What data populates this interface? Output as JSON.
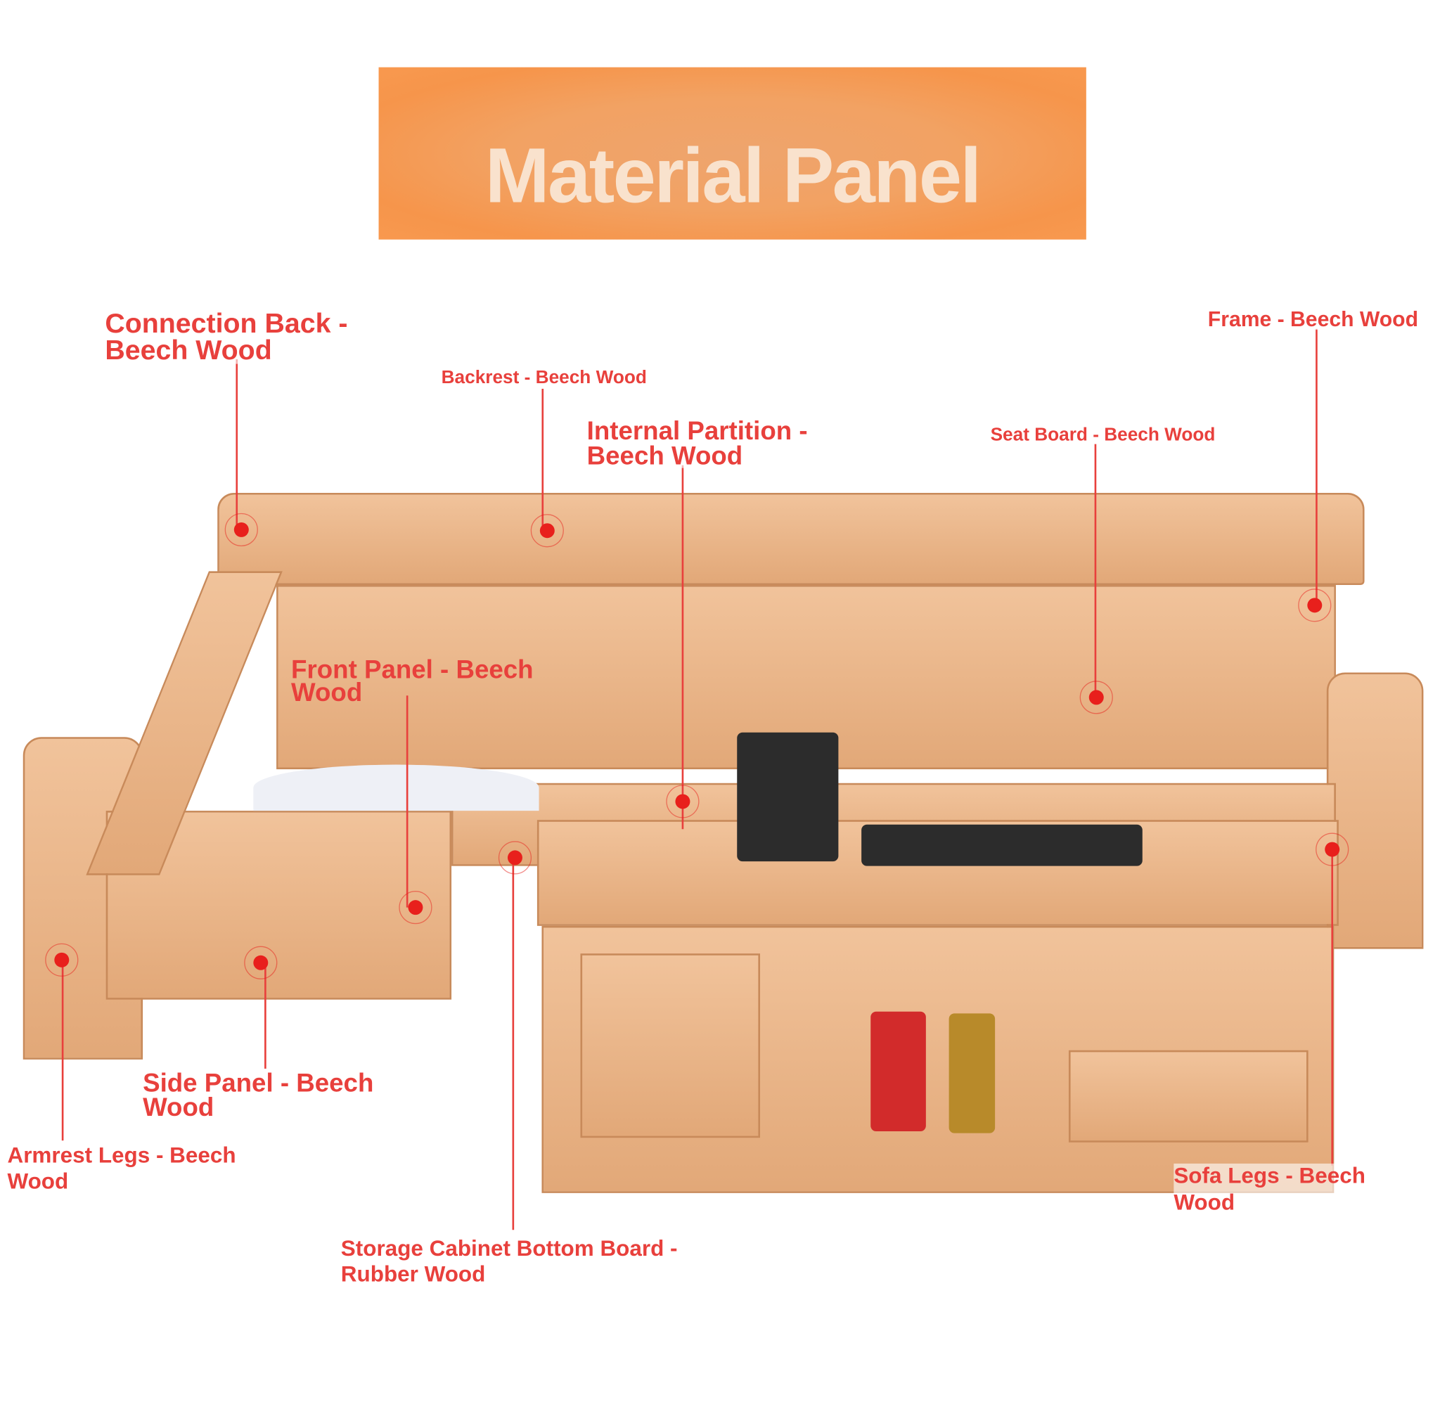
{
  "title": "Material Panel",
  "labels": {
    "connection_back": "Connection Back -\nBeech Wood",
    "backrest": "Backrest - Beech Wood",
    "internal_partition": "Internal Partition -\nBeech Wood",
    "seat_board": "Seat Board - Beech Wood",
    "frame": "Frame - Beech Wood",
    "front_panel": "Front Panel - Beech\nWood",
    "side_panel": "Side Panel - Beech\nWood",
    "armrest_legs": "Armrest Legs - Beech\nWood",
    "storage_bottom": "Storage Cabinet Bottom Board -\nRubber Wood",
    "sofa_legs": "Sofa Legs - Beech\nWood"
  },
  "colors": {
    "accent": "#e8403c",
    "banner": "#f6954b",
    "wood": "#e9b383"
  }
}
